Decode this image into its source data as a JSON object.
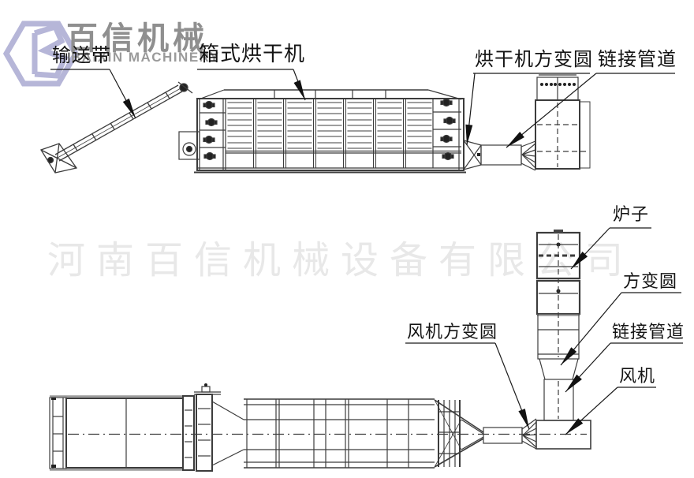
{
  "logo": {
    "brand_cn": "百信机械",
    "brand_en": "BAIXIN MACHINERY"
  },
  "watermark": "河南百信机械设备有限公司",
  "diagram": {
    "top_view": {
      "labels": {
        "conveyor": "输送带",
        "dryer": "箱式烘干机",
        "dryer_transition": "烘干机方变圆",
        "connect_pipe": "链接管道"
      }
    },
    "bottom_view": {
      "labels": {
        "furnace": "炉子",
        "square_to_round": "方变圆",
        "connect_pipe": "链接管道",
        "fan": "风机",
        "fan_transition": "风机方变圆"
      }
    }
  },
  "colors": {
    "line": "#3c3c3c",
    "logo_accent": "#b6b6d8",
    "logo_text": "#8f8f8f",
    "watermark": "#e8e8e8"
  }
}
